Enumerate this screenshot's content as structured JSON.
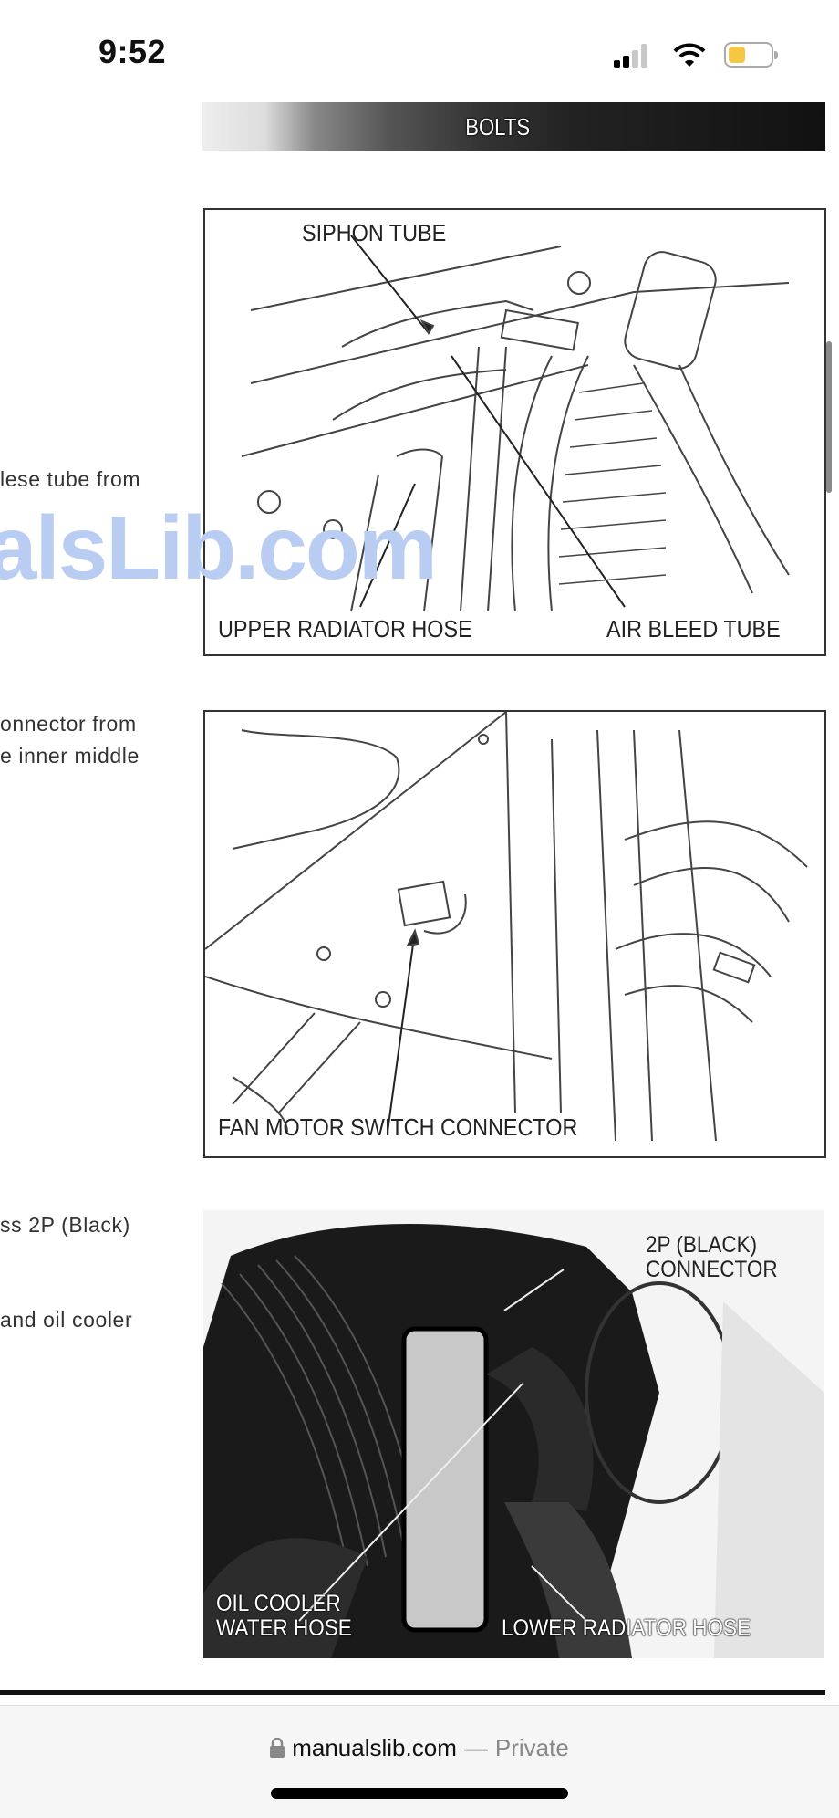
{
  "status_bar": {
    "time": "9:52",
    "signal_icon": "cellular-signal-icon",
    "wifi_icon": "wifi-icon",
    "battery_icon": "battery-icon",
    "battery_color": "#f6c644"
  },
  "document": {
    "top_strip_label": "BOLTS",
    "watermark": "alsLib.com",
    "watermark_color": "#b9cdf2",
    "side_text": [
      "lese tube from",
      "onnector from",
      "e inner middle",
      "ss  2P  (Black)",
      "and oil cooler"
    ],
    "figure1": {
      "labels": {
        "siphon": "SIPHON TUBE",
        "upper_hose": "UPPER RADIATOR HOSE",
        "air_bleed": "AIR BLEED TUBE"
      }
    },
    "figure2": {
      "labels": {
        "fan_switch": "FAN MOTOR SWITCH CONNECTOR"
      }
    },
    "figure3": {
      "labels": {
        "connector_line1": "2P (BLACK)",
        "connector_line2": "CONNECTOR",
        "oil_line1": "OIL COOLER",
        "oil_line2": "WATER HOSE",
        "lower_hose": "LOWER RADIATOR HOSE"
      }
    }
  },
  "browser": {
    "domain": "manualslib.com",
    "separator": "—",
    "mode": "Private",
    "lock_icon": "lock-icon"
  }
}
